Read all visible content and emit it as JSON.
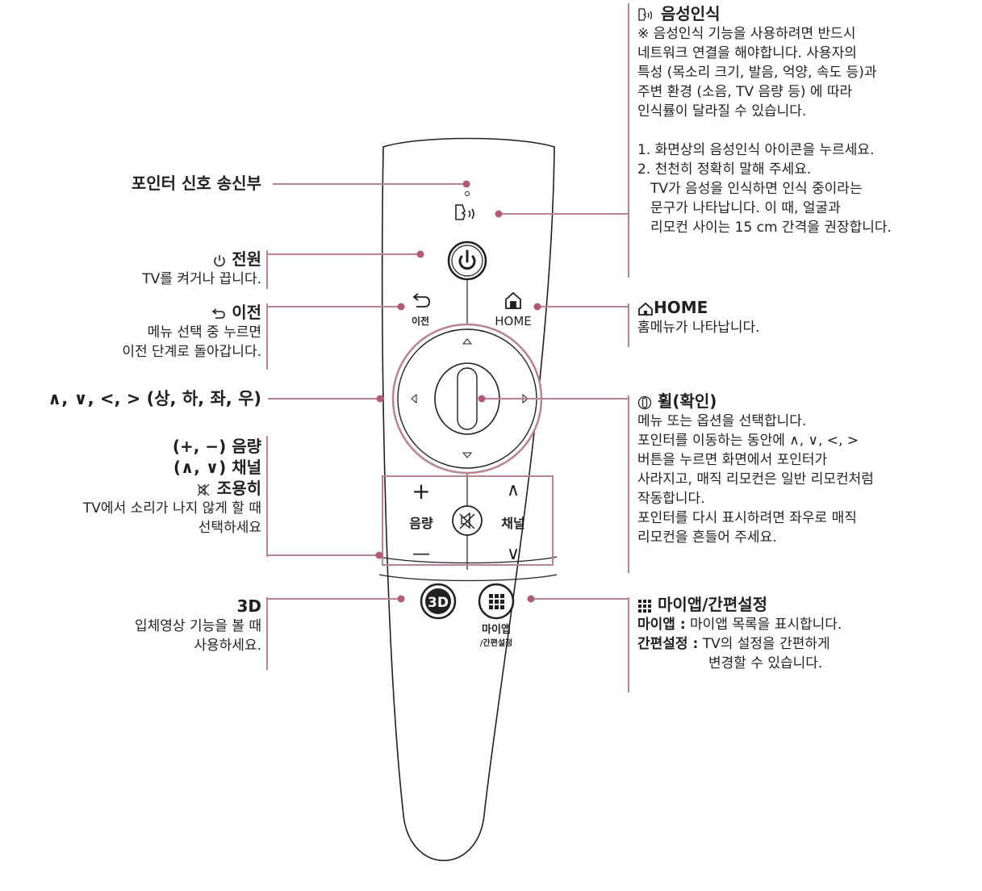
{
  "remote": {
    "power_icon": "power-icon",
    "back_label": "이전",
    "home_label": "HOME",
    "volume_label": "음량",
    "channel_label": "채널",
    "plus_symbol": "+",
    "minus_symbol": "—",
    "up_symbol": "∧",
    "down_symbol": "∨",
    "three_d_label": "3D",
    "myapp_label": "마이앱",
    "quickset_label": "/간편설정"
  },
  "callouts": {
    "pointer_tx": {
      "title": "포인터 신호 송신부"
    },
    "power": {
      "title": "전원",
      "desc": "TV를 켜거나 끕니다."
    },
    "back": {
      "title": "이전",
      "desc": [
        "메뉴 선택 중 누르면",
        "이전 단계로 돌아갑니다."
      ]
    },
    "arrows": {
      "title": "∧, ∨, <, > (상, 하, 좌, 우)"
    },
    "volume": {
      "title1": "(+, −) 음량",
      "title2": "(∧, ∨) 채널",
      "title3": "조용히",
      "desc": [
        "TV에서 소리가 나지 않게 할 때",
        "선택하세요"
      ]
    },
    "three_d": {
      "title": "3D",
      "desc": [
        "입체영상 기능을 볼 때",
        "사용하세요."
      ]
    },
    "voice": {
      "title": "음성인식",
      "note": [
        "※ 음성인식 기능을 사용하려면 반드시",
        "네트워크 연결을 해야합니다. 사용자의",
        "특성 (목소리 크기, 발음, 억양, 속도 등)과",
        "주변 환경 (소음, TV 음량 등) 에 따라",
        "인식률이 달라질 수 있습니다."
      ],
      "steps": [
        "1. 화면상의 음성인식 아이콘을 누르세요.",
        "2. 천천히 정확히 말해 주세요.",
        "TV가 음성을 인식하면 인식 중이라는",
        "문구가 나타납니다. 이 때, 얼굴과",
        "리모컨 사이는 15 cm 간격을 권장합니다."
      ]
    },
    "home": {
      "title": "HOME",
      "desc": "홈메뉴가 나타납니다."
    },
    "wheel": {
      "title": "휠(확인)",
      "desc": [
        "메뉴 또는 옵션을 선택합니다.",
        "포인터를 이동하는 동안에 ∧, ∨, <, >",
        "버튼을 누르면 화면에서 포인터가",
        "사라지고, 매직 리모컨은 일반 리모컨처럼",
        "작동합니다.",
        "포인터를 다시 표시하려면 좌우로 매직",
        "리모컨을 흔들어 주세요."
      ]
    },
    "myapp": {
      "title": "마이앱/간편설정",
      "myapp_term": "마이앱 :",
      "myapp_desc": "마이앱 목록을 표시합니다.",
      "quick_term": "간편설정 :",
      "quick_desc": [
        "TV의 설정을 간편하게",
        "변경할 수 있습니다."
      ]
    }
  },
  "colors": {
    "leader": "#b9838f",
    "dot": "#b35a74",
    "outline": "#231f20",
    "text": "#231f20"
  }
}
